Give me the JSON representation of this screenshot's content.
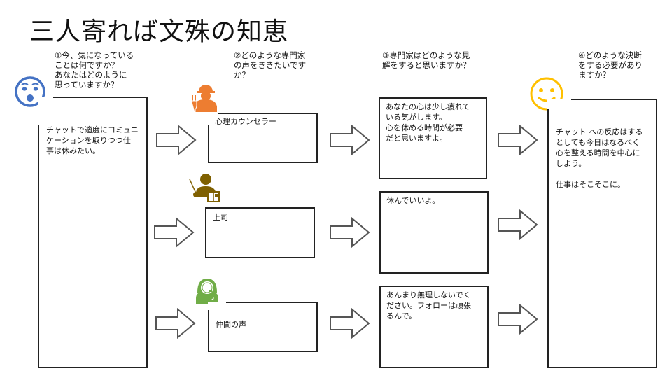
{
  "title": "三人寄れば文殊の知恵",
  "columns": [
    {
      "question": "①今、気になっている\nことは何ですか？\nあなたはどのように\n思っていますか？",
      "icon": "surprised-face-icon"
    },
    {
      "question": "②どのような専門家\nの声をききたいです\nか？"
    },
    {
      "question": "③専門家はどのような見\n解をすると思いますか？"
    },
    {
      "question": "④どのような決断\nをする必要があり\nますか？",
      "icon": "smiley-face-icon"
    }
  ],
  "concern": {
    "text": "チャットで適度にコミュニ\nケーションを取りつつ仕\n事は休みたい。"
  },
  "experts": [
    {
      "label": "心理カウンセラー",
      "icon": "worker-helmet-icon",
      "color": "#ED7D31",
      "opinion": "あなたの心は少し疲れて\nいる気がします。\n心を休める時間が必要\nだと思いますよ。"
    },
    {
      "label": "上司",
      "icon": "teacher-icon",
      "color": "#7F6000",
      "opinion": "休んでいいよ。"
    },
    {
      "label": "仲間の声",
      "icon": "operator-headset-icon",
      "color": "#70AD47",
      "opinion": "あんまり無理しないでく\nださい。フォローは頑張\nるんで。"
    }
  ],
  "decision": {
    "text": "チャット への反応はする\nとしても今日はなるべく\n心を整える時間を中心に\nしよう。\n\n仕事はそこそこに。"
  },
  "colors": {
    "surprised": "#4472C4",
    "smiley": "#FFC000",
    "line": "#222222",
    "arrow": "#555555"
  }
}
